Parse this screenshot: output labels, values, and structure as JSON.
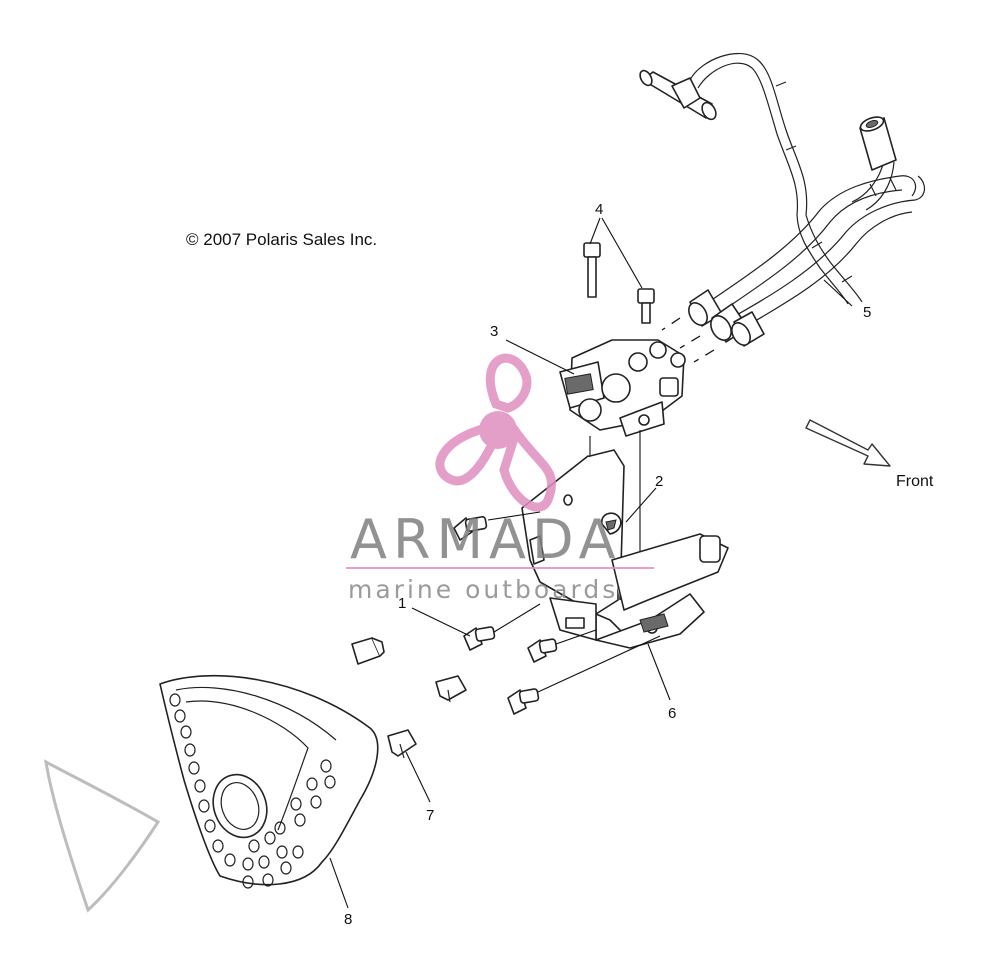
{
  "copyright": "© 2007 Polaris Sales Inc.",
  "direction_label": "Front",
  "callouts": {
    "c1": "1",
    "c2": "2",
    "c3": "3",
    "c4": "4",
    "c5": "5",
    "c6": "6",
    "c7": "7",
    "c8": "8"
  },
  "watermark": {
    "brand": "ARMADA",
    "tagline": "marine outboards",
    "logo_color": "#e08fc0",
    "rule_color": "#e08fc0"
  },
  "icons": {
    "logo": "propeller-logo-icon",
    "arrow": "front-direction-arrow-icon"
  }
}
